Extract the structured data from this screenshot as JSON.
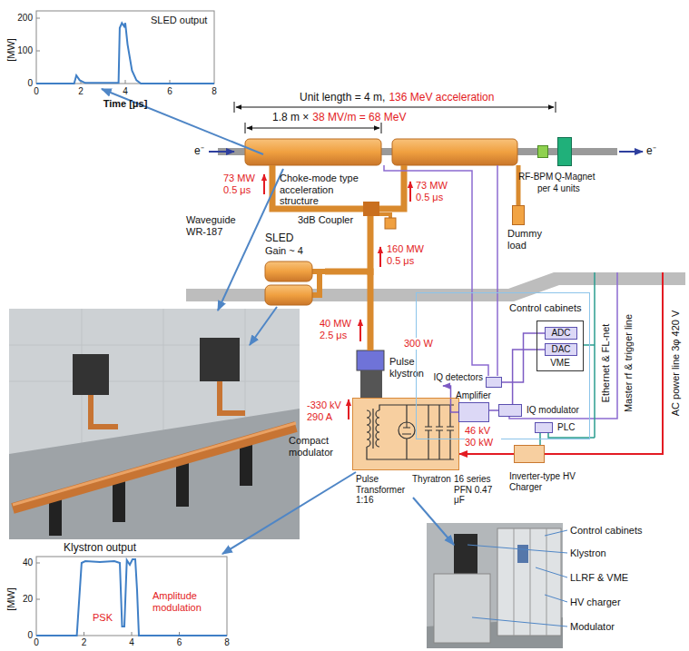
{
  "diagram": {
    "nodes": [
      {
        "text": [
          "SLED",
          "Gain ~ 4"
        ]
      },
      {
        "text": [
          "Pulse klystron"
        ]
      },
      {
        "text": [
          "Compact modulator"
        ]
      },
      {
        "text": [
          "Dummy load"
        ]
      },
      {
        "text": [
          "RF-BPM"
        ]
      },
      {
        "text": [
          "Q-Magnet"
        ]
      },
      {
        "text": [
          "Control cabinets"
        ]
      },
      {
        "text": [
          "VME"
        ],
        "in": 6
      },
      {
        "text": [
          "ADC"
        ],
        "in": 7
      },
      {
        "text": [
          "DAC"
        ],
        "in": 7
      },
      {
        "text": [
          "IQ detectors"
        ],
        "in": 6
      },
      {
        "text": [
          "Amplifier"
        ],
        "in": 6
      },
      {
        "text": [
          "IQ modulator"
        ],
        "in": 6
      },
      {
        "text": [
          "PLC"
        ],
        "in": 6
      },
      {
        "text": [
          "Inverter-type HV Charger"
        ]
      }
    ],
    "edges": [
      {
        "from": 1,
        "to": 0,
        "arrow": "none",
        "label": "40 MW 2.5 μs"
      },
      {
        "from": 11,
        "to": 1,
        "arrow": "to",
        "label": "300 W"
      },
      {
        "from": 12,
        "to": 11,
        "arrow": "none"
      },
      {
        "from": 9,
        "to": 12,
        "arrow": "none"
      },
      {
        "from": 10,
        "to": 8,
        "arrow": "none"
      },
      {
        "from": 13,
        "to": 14,
        "arrow": "none"
      },
      {
        "from": 14,
        "to": 2,
        "arrow": "to",
        "label": "46 kV 30 kW"
      }
    ],
    "labels": [
      "SLED output",
      "[MW]",
      "200",
      "100",
      "0",
      "0",
      "2",
      "4",
      "6",
      "8",
      "Time [μs]",
      "Unit length = 4 m,",
      "136 MeV acceleration",
      "1.8 m ×",
      "38 MV/m = 68 MeV",
      "e⁻",
      "e⁻",
      "Choke-mode type acceleration structure",
      "73 MW 0.5 μs",
      "73 MW 0.5 μs",
      "Waveguide WR-187",
      "3dB Coupler",
      "per 4 units",
      "160 MW 0.5 μs",
      "-330 kV 290 A",
      "Pulse Transformer 1:16",
      "Thyratron",
      "16 series PFN 0.47 μF",
      "Ethernet & FL-net",
      "Master rf & trigger line",
      "AC power line 3φ 420 V",
      "Control cabinets",
      "Klystron",
      "LLRF & VME",
      "HV charger",
      "Modulator",
      "Klystron output",
      "[MW]",
      "40",
      "20",
      "0",
      "0",
      "2",
      "4",
      "6",
      "8",
      "PSK",
      "Amplitude modulation"
    ]
  }
}
